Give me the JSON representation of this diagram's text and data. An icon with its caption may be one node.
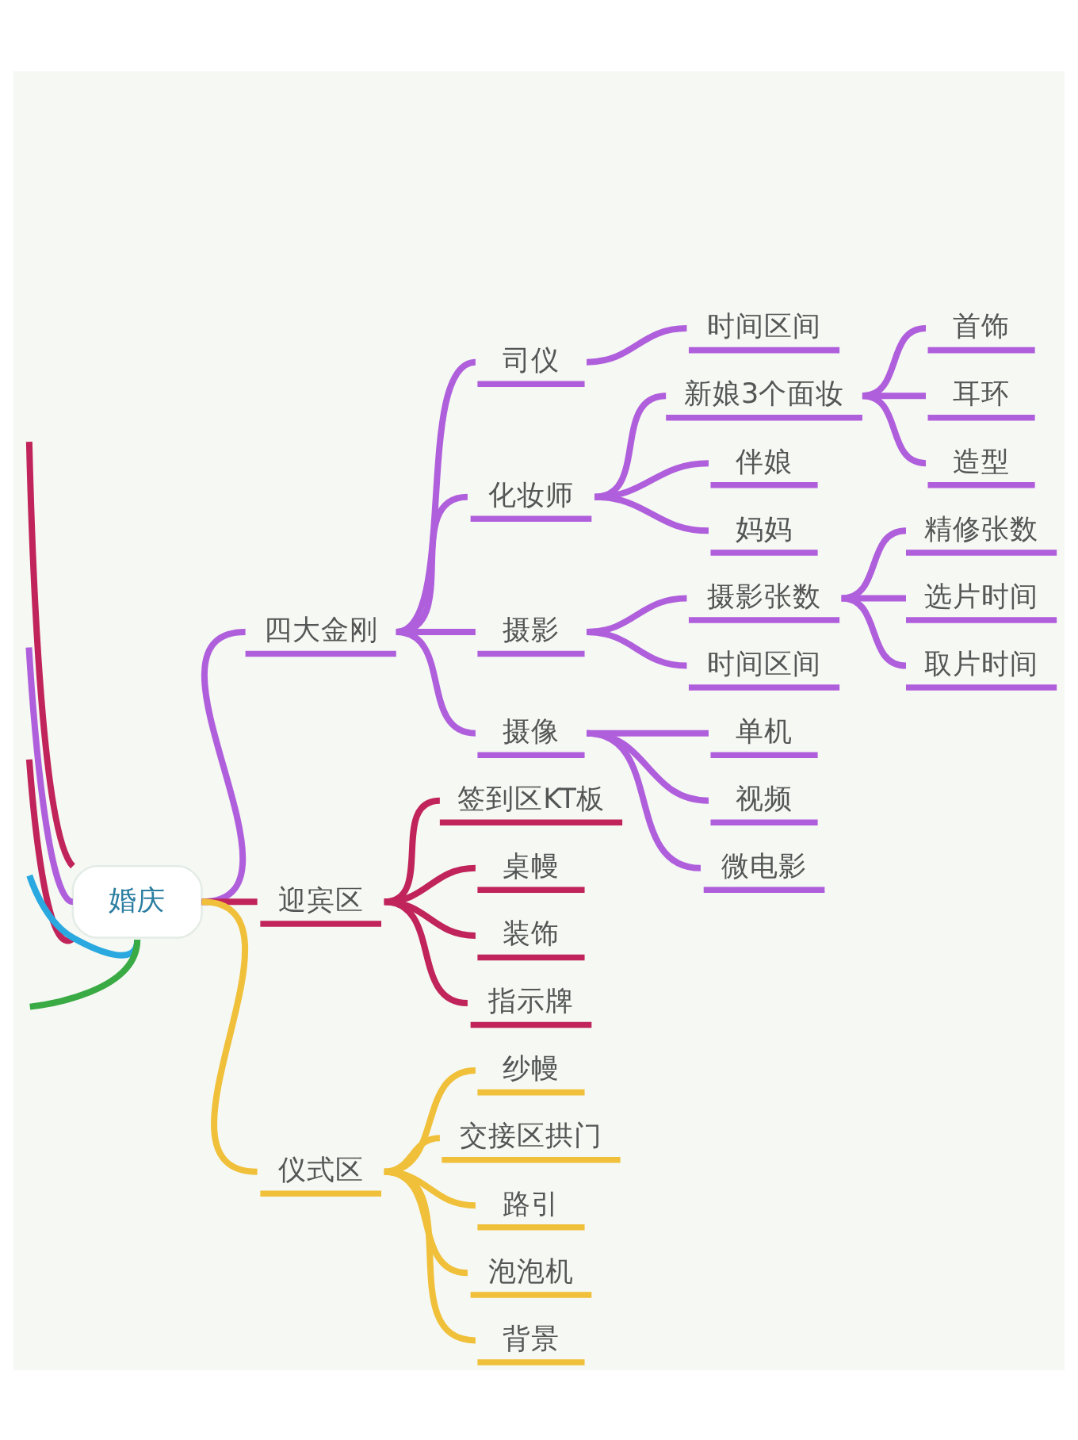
{
  "diagram": {
    "nodes": [
      {
        "text": [
          "婚庆"
        ]
      },
      {
        "text": [
          "四大金刚"
        ]
      },
      {
        "text": [
          "司仪"
        ]
      },
      {
        "text": [
          "时间区间"
        ]
      },
      {
        "text": [
          "化妆师"
        ]
      },
      {
        "text": [
          "新娘3个面妆"
        ]
      },
      {
        "text": [
          "首饰"
        ]
      },
      {
        "text": [
          "耳环"
        ]
      },
      {
        "text": [
          "造型"
        ]
      },
      {
        "text": [
          "伴娘"
        ]
      },
      {
        "text": [
          "妈妈"
        ]
      },
      {
        "text": [
          "摄影"
        ]
      },
      {
        "text": [
          "摄影张数"
        ]
      },
      {
        "text": [
          "精修张数"
        ]
      },
      {
        "text": [
          "选片时间"
        ]
      },
      {
        "text": [
          "取片时间"
        ]
      },
      {
        "text": [
          "时间区间"
        ]
      },
      {
        "text": [
          "摄像"
        ]
      },
      {
        "text": [
          "单机"
        ]
      },
      {
        "text": [
          "视频"
        ]
      },
      {
        "text": [
          "微电影"
        ]
      },
      {
        "text": [
          "迎宾区"
        ]
      },
      {
        "text": [
          "签到区KT板"
        ]
      },
      {
        "text": [
          "桌幔"
        ]
      },
      {
        "text": [
          "装饰"
        ]
      },
      {
        "text": [
          "指示牌"
        ]
      },
      {
        "text": [
          "仪式区"
        ]
      },
      {
        "text": [
          "纱幔"
        ]
      },
      {
        "text": [
          "交接区拱门"
        ]
      },
      {
        "text": [
          "路引"
        ]
      },
      {
        "text": [
          "泡泡机"
        ]
      },
      {
        "text": [
          "背景"
        ]
      }
    ],
    "edges": [
      {
        "from": 0,
        "to": 1,
        "arrow": "none"
      },
      {
        "from": 1,
        "to": 2,
        "arrow": "none"
      },
      {
        "from": 2,
        "to": 3,
        "arrow": "none"
      },
      {
        "from": 1,
        "to": 4,
        "arrow": "none"
      },
      {
        "from": 4,
        "to": 5,
        "arrow": "none"
      },
      {
        "from": 5,
        "to": 6,
        "arrow": "none"
      },
      {
        "from": 5,
        "to": 7,
        "arrow": "none"
      },
      {
        "from": 5,
        "to": 8,
        "arrow": "none"
      },
      {
        "from": 4,
        "to": 9,
        "arrow": "none"
      },
      {
        "from": 4,
        "to": 10,
        "arrow": "none"
      },
      {
        "from": 1,
        "to": 11,
        "arrow": "none"
      },
      {
        "from": 11,
        "to": 12,
        "arrow": "none"
      },
      {
        "from": 12,
        "to": 13,
        "arrow": "none"
      },
      {
        "from": 12,
        "to": 14,
        "arrow": "none"
      },
      {
        "from": 12,
        "to": 15,
        "arrow": "none"
      },
      {
        "from": 11,
        "to": 16,
        "arrow": "none"
      },
      {
        "from": 1,
        "to": 17,
        "arrow": "none"
      },
      {
        "from": 17,
        "to": 18,
        "arrow": "none"
      },
      {
        "from": 17,
        "to": 19,
        "arrow": "none"
      },
      {
        "from": 17,
        "to": 20,
        "arrow": "none"
      },
      {
        "from": 0,
        "to": 21,
        "arrow": "none",
        "color": "#c0245a"
      },
      {
        "from": 21,
        "to": 22,
        "arrow": "none",
        "color": "#c0245a"
      },
      {
        "from": 21,
        "to": 23,
        "arrow": "none",
        "color": "#c0245a"
      },
      {
        "from": 21,
        "to": 24,
        "arrow": "none",
        "color": "#c0245a"
      },
      {
        "from": 21,
        "to": 25,
        "arrow": "none",
        "color": "#c0245a"
      },
      {
        "from": 0,
        "to": 26,
        "arrow": "none",
        "color": "#f0c03a"
      },
      {
        "from": 26,
        "to": 27,
        "arrow": "none",
        "color": "#f0c03a"
      },
      {
        "from": 26,
        "to": 28,
        "arrow": "none",
        "color": "#f0c03a"
      },
      {
        "from": 26,
        "to": 29,
        "arrow": "none",
        "color": "#f0c03a"
      },
      {
        "from": 26,
        "to": 30,
        "arrow": "none",
        "color": "#f0c03a"
      },
      {
        "from": 26,
        "to": 31,
        "arrow": "none",
        "color": "#f0c03a"
      },
      {
        "from": 0,
        "to": null,
        "arrow": "none",
        "color": "#c0245a"
      },
      {
        "from": 0,
        "to": null,
        "arrow": "none"
      },
      {
        "from": 0,
        "to": null,
        "arrow": "none",
        "color": "#c0245a"
      },
      {
        "from": 0,
        "to": null,
        "arrow": "none",
        "color": "#2aa8e0"
      },
      {
        "from": 0,
        "to": null,
        "arrow": "none",
        "color": "#3aaa44"
      }
    ]
  }
}
